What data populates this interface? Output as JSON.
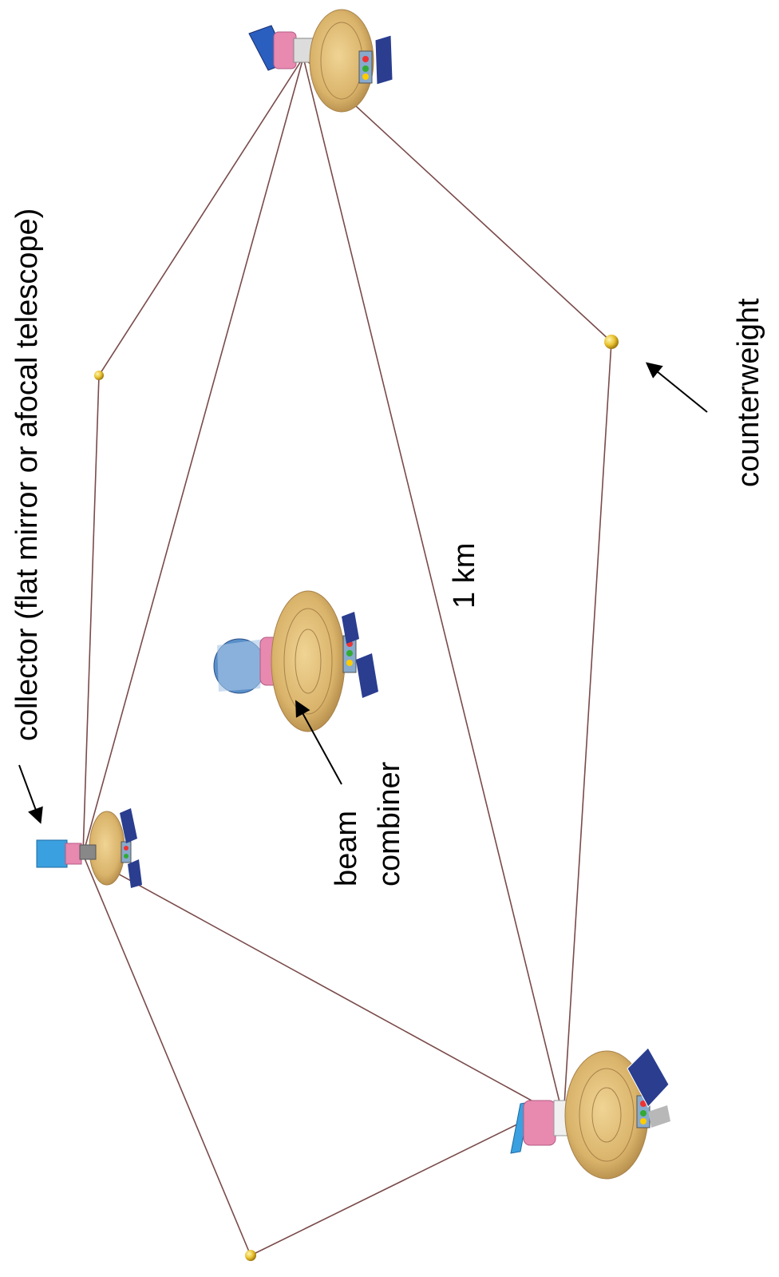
{
  "labels": {
    "collector": "collector (flat mirror or afocal telescope)",
    "counterweight": "counterweight",
    "distance": "1 km",
    "beam_line1": "beam",
    "beam_line2": "combiner"
  },
  "colors": {
    "tether": "#7a4a4a",
    "dish": "#d9b36a",
    "dish_dark": "#a8824a",
    "panel": "#2a3d8f",
    "hub": "#e889b0",
    "mirror": "#3aa0e0",
    "counterweight": "#e8c12e"
  }
}
